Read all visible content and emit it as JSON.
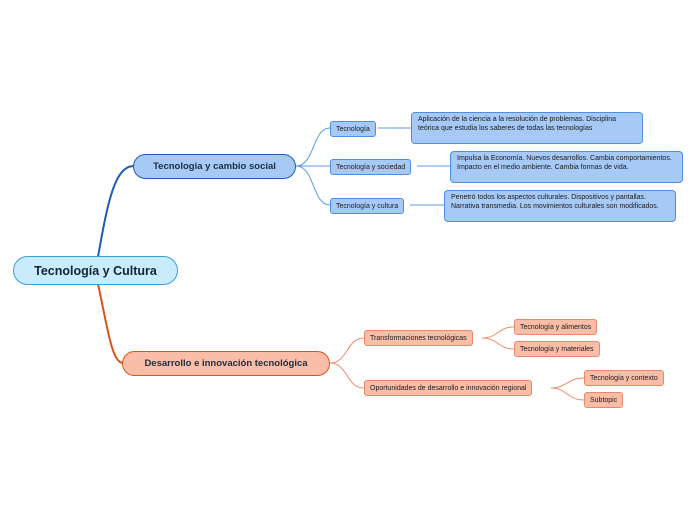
{
  "map": {
    "root": "Tecnología y Cultura",
    "branches": [
      {
        "label": "Tecnologia y cambio social",
        "color": "#1f5fb0",
        "children": [
          {
            "label": "Tecnología",
            "note": "Aplicación de la ciencia a la resolución de problemas. Disciplina teórica que estudia los saberes de todas las tecnologías"
          },
          {
            "label": "Tecnología y sociedad",
            "note": "Impulsa la Economía. Nuevos desarrollos. Cambia comportamientos. Impacto en el medio ambiente. Cambia formas de vida."
          },
          {
            "label": "Tecnología y cultura",
            "note": "Penetró todos los aspectos culturales. Dispositivos y pantallas. Narrativa transmedia. Los movimientos culturales son modificados."
          }
        ]
      },
      {
        "label": "Desarrollo e innovación tecnológica",
        "color": "#d8541f",
        "children": [
          {
            "label": "Transformaciones tecnológicas",
            "children": [
              "Tecnología y alimentos",
              "Tecnología y materiales"
            ]
          },
          {
            "label": "Oportunidades de desarrollo e innovación regional",
            "children": [
              "Tecnología y contexto",
              "Subtopic"
            ]
          }
        ]
      }
    ]
  }
}
